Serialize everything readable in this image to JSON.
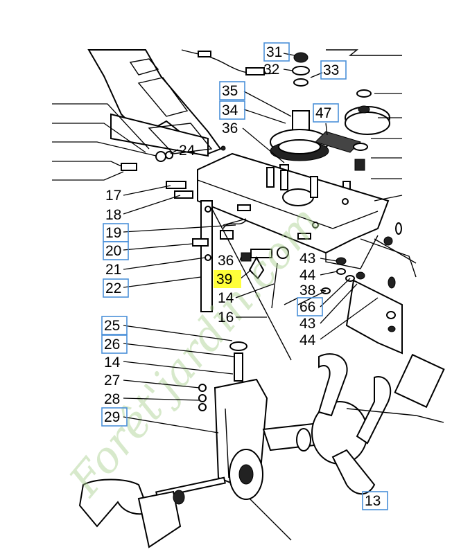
{
  "colors": {
    "box_border": "#4a90d9",
    "highlight": "#ffff3a",
    "watermark_green": "#a8d08d",
    "watermark_orange": "#f5b26b"
  },
  "watermark": {
    "text": "Forêt'jardin.com"
  },
  "callouts": [
    {
      "id": "31",
      "label": "31",
      "boxed": true,
      "highlighted": false
    },
    {
      "id": "32",
      "label": "32",
      "boxed": false,
      "highlighted": false
    },
    {
      "id": "33",
      "label": "33",
      "boxed": true,
      "highlighted": false
    },
    {
      "id": "35",
      "label": "35",
      "boxed": true,
      "highlighted": false
    },
    {
      "id": "34",
      "label": "34",
      "boxed": true,
      "highlighted": false
    },
    {
      "id": "36a",
      "label": "36",
      "boxed": false,
      "highlighted": false
    },
    {
      "id": "47",
      "label": "47",
      "boxed": true,
      "highlighted": false
    },
    {
      "id": "24",
      "label": "24",
      "boxed": false,
      "highlighted": false
    },
    {
      "id": "17",
      "label": "17",
      "boxed": false,
      "highlighted": false
    },
    {
      "id": "18",
      "label": "18",
      "boxed": false,
      "highlighted": false
    },
    {
      "id": "19",
      "label": "19",
      "boxed": true,
      "highlighted": false
    },
    {
      "id": "20",
      "label": "20",
      "boxed": true,
      "highlighted": false
    },
    {
      "id": "21",
      "label": "21",
      "boxed": false,
      "highlighted": false
    },
    {
      "id": "22",
      "label": "22",
      "boxed": true,
      "highlighted": false
    },
    {
      "id": "36b",
      "label": "36",
      "boxed": false,
      "highlighted": false
    },
    {
      "id": "39",
      "label": "39",
      "boxed": false,
      "highlighted": true
    },
    {
      "id": "14a",
      "label": "14",
      "boxed": false,
      "highlighted": false
    },
    {
      "id": "16",
      "label": "16",
      "boxed": false,
      "highlighted": false
    },
    {
      "id": "43a",
      "label": "43",
      "boxed": false,
      "highlighted": false
    },
    {
      "id": "44a",
      "label": "44",
      "boxed": false,
      "highlighted": false
    },
    {
      "id": "38",
      "label": "38",
      "boxed": false,
      "highlighted": false
    },
    {
      "id": "66",
      "label": "66",
      "boxed": true,
      "highlighted": false
    },
    {
      "id": "43b",
      "label": "43",
      "boxed": false,
      "highlighted": false
    },
    {
      "id": "44b",
      "label": "44",
      "boxed": false,
      "highlighted": false
    },
    {
      "id": "25",
      "label": "25",
      "boxed": true,
      "highlighted": false
    },
    {
      "id": "26",
      "label": "26",
      "boxed": true,
      "highlighted": false
    },
    {
      "id": "14b",
      "label": "14",
      "boxed": false,
      "highlighted": false
    },
    {
      "id": "27",
      "label": "27",
      "boxed": false,
      "highlighted": false
    },
    {
      "id": "28",
      "label": "28",
      "boxed": false,
      "highlighted": false
    },
    {
      "id": "29",
      "label": "29",
      "boxed": true,
      "highlighted": false
    },
    {
      "id": "13",
      "label": "13",
      "boxed": true,
      "highlighted": false
    }
  ]
}
